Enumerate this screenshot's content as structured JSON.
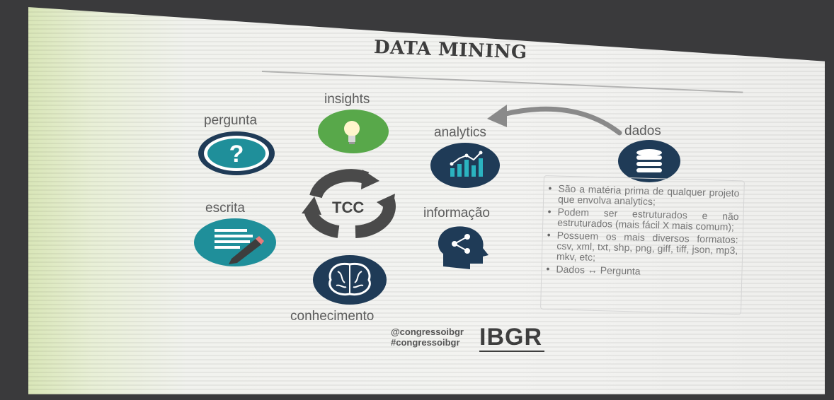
{
  "slide": {
    "title": "DATA MINING",
    "labels": {
      "insights": "insights",
      "pergunta": "pergunta",
      "analytics": "analytics",
      "dados": "dados",
      "escrita": "escrita",
      "informacao": "informação",
      "conhecimento": "conhecimento",
      "center": "TCC"
    },
    "icons": {
      "pergunta": "question-mark-icon",
      "insights": "lightbulb-icon",
      "analytics": "bar-chart-icon",
      "dados": "database-icon",
      "escrita": "document-pencil-icon",
      "informacao": "head-share-icon",
      "conhecimento": "brain-icon",
      "center": "cycle-arrows-icon"
    },
    "bullets": [
      "São a matéria prima de qualquer projeto que envolva analytics;",
      "Podem ser estruturados e não estruturados (mais fácil X mais comum);",
      "Possuem os mais diversos formatos: csv, xml, txt, shp, png, giff, tiff, json, mp3, mkv, etc;",
      "Dados ↔ Pergunta"
    ],
    "footer": {
      "handle_1": "@congressoibgr",
      "handle_2": "#congressoibgr",
      "logo": "IBGR"
    }
  },
  "colors": {
    "teal": "#1f8f9a",
    "navy": "#1f3b57",
    "green": "#58a84a",
    "gray_text": "#5d5d5d",
    "background": "#3a3a3c"
  }
}
